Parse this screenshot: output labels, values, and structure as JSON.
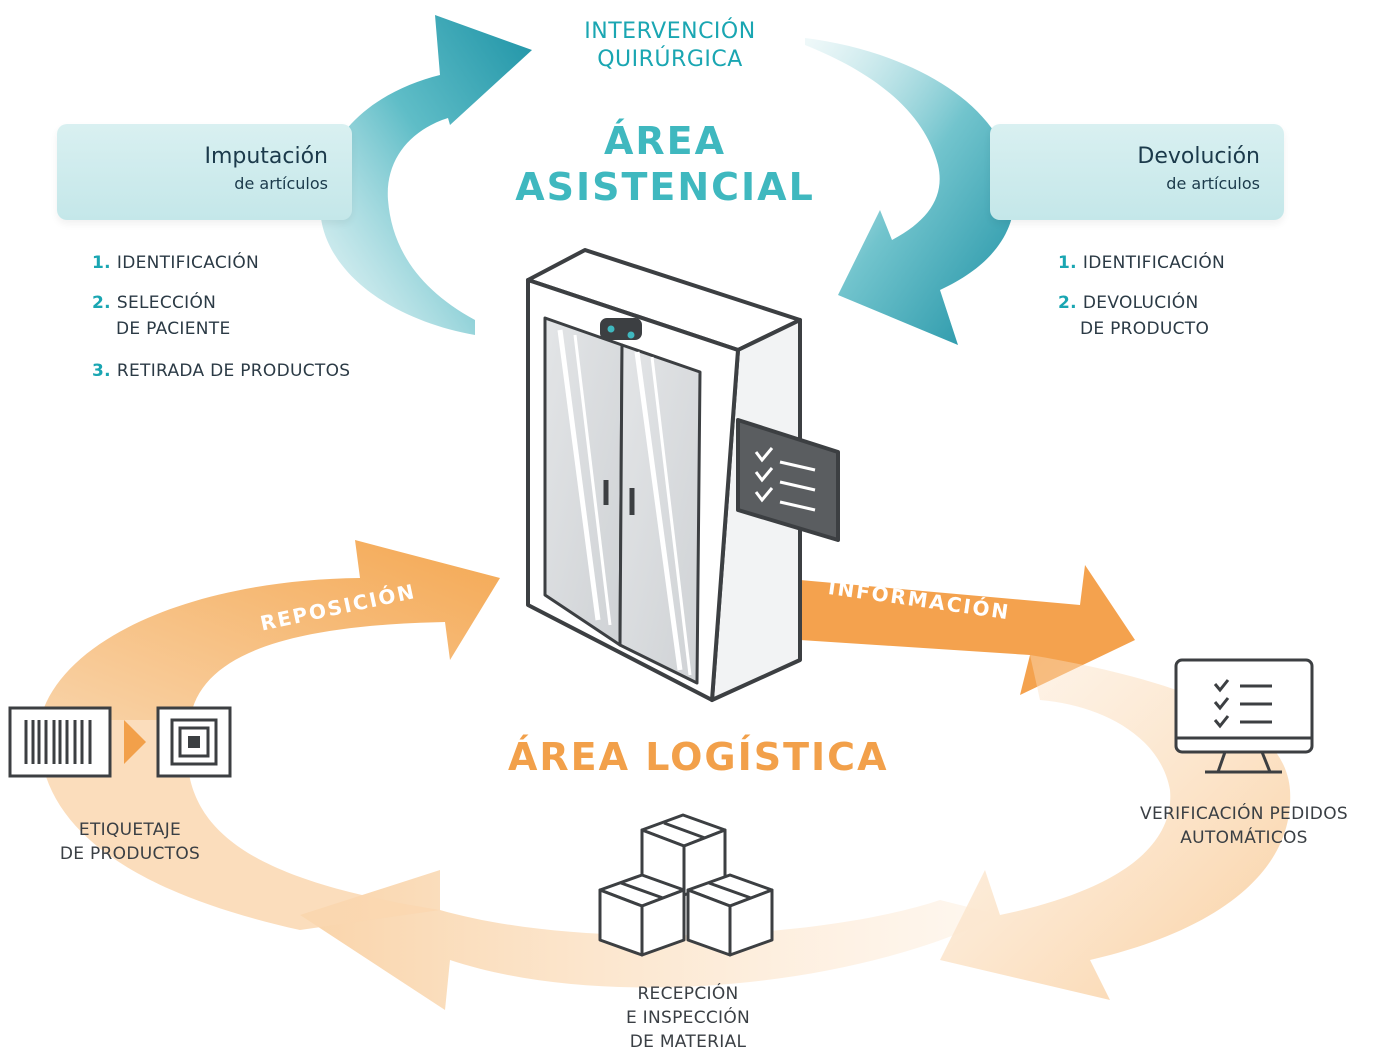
{
  "top": {
    "title_line1": "INTERVENCIÓN",
    "title_line2": "QUIRÚRGICA"
  },
  "area_asistencial": {
    "line1": "ÁREA",
    "line2": "ASISTENCIAL"
  },
  "area_logistica": "ÁREA LOGÍSTICA",
  "imputacion": {
    "title": "Imputación",
    "subtitle": "de artículos",
    "icon": "tablet-touch-icon",
    "steps": [
      {
        "num": "1.",
        "line1": "IDENTIFICACIÓN",
        "line2": ""
      },
      {
        "num": "2.",
        "line1": "SELECCIÓN",
        "line2": "DE PACIENTE"
      },
      {
        "num": "3.",
        "line1": "RETIRADA DE PRODUCTOS",
        "line2": ""
      }
    ]
  },
  "devolucion": {
    "title": "Devolución",
    "subtitle": "de artículos",
    "icon": "undo-icon",
    "steps": [
      {
        "num": "1.",
        "line1": "IDENTIFICACIÓN",
        "line2": ""
      },
      {
        "num": "2.",
        "line1": "DEVOLUCIÓN",
        "line2": "DE PRODUCTO"
      }
    ]
  },
  "arrows": {
    "reposicion": "REPOSICIÓN",
    "informacion": "INFORMACIÓN"
  },
  "labels": {
    "etiquetaje": {
      "line1": "ETIQUETAJE",
      "line2": "DE PRODUCTOS"
    },
    "verificacion": {
      "line1": "VERIFICACIÓN PEDIDOS",
      "line2": "AUTOMÁTICOS"
    },
    "recepcion": {
      "line1": "RECEPCIÓN",
      "line2": "E INSPECCIÓN",
      "line3": "DE MATERIAL"
    }
  },
  "colors": {
    "teal": "#1aa6b2",
    "teal_light": "#3fb8bf",
    "orange": "#f2a04a",
    "orange_light": "#fbd9b3",
    "dark": "#3c3f42"
  }
}
